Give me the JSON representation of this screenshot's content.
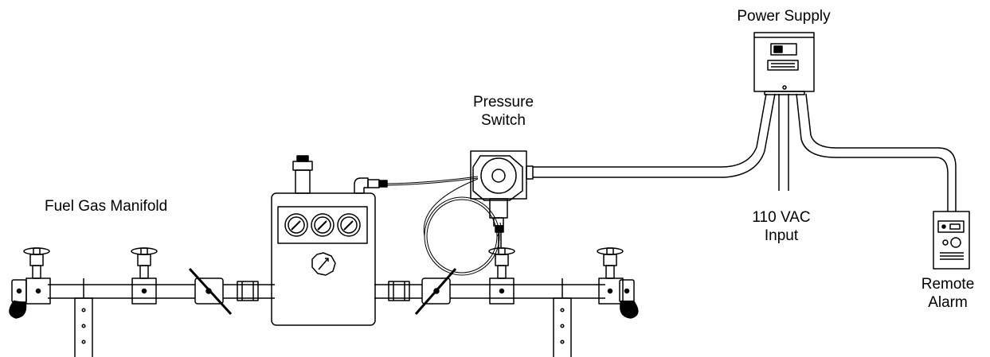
{
  "labels": {
    "power_supply": "Power Supply",
    "pressure_switch": [
      "Pressure",
      "Switch"
    ],
    "fuel_gas_manifold": "Fuel Gas Manifold",
    "vac_input": [
      "110 VAC",
      "Input"
    ],
    "remote_alarm": [
      "Remote",
      "Alarm"
    ]
  },
  "colors": {
    "line": "#000000",
    "background": "#ffffff"
  }
}
